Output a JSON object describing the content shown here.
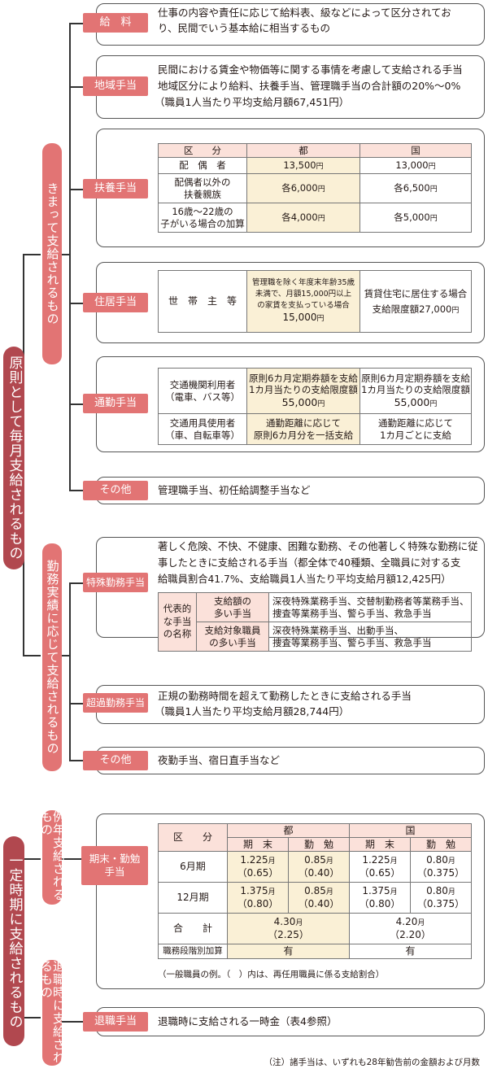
{
  "side": {
    "main1": "原則として毎月支給されるもの",
    "sub1": "きまって支給されるもの",
    "sub2": "勤務実績に応じて支給されるもの",
    "main2": "一定時期に支給されるもの",
    "sub3": "例年支給されるもの",
    "sub4": "退職時に支給されるもの"
  },
  "kyuryo": {
    "label": "給　料",
    "text": [
      "仕事の内容や責任に応じて給料表、級などによって区分されてお",
      "り、民間でいう基本給に相当するもの"
    ]
  },
  "chiiki": {
    "label": "地域手当",
    "text": [
      "民間における賃金や物価等に関する事情を考慮して支給される手当",
      "地域区分により給料、扶養手当、管理職手当の合計額の20%～0%",
      "（職員1人当たり平均支給月額67,451円）"
    ]
  },
  "fuyo": {
    "label": "扶養手当",
    "headers": [
      "区　　分",
      "都",
      "国"
    ],
    "rows": [
      {
        "name": "配　偶　者",
        "to": "13,500",
        "kuni": "13,000"
      },
      {
        "name1": "配偶者以外の",
        "name2": "扶養親族",
        "to": "各6,000",
        "kuni": "各6,500"
      },
      {
        "name1": "16歳～22歳の",
        "name2": "子がいる場合の加算",
        "to": "各4,000",
        "kuni": "各5,000"
      }
    ],
    "yen": "円"
  },
  "jukyo": {
    "label": "住居手当",
    "head": "世　帯　主　等",
    "to": [
      "管理職を除く年度末年齢35歳",
      "未満で、月額15,000円以上",
      "の家賃を支払っている場合"
    ],
    "to_amt": "15,000",
    "kuni": [
      "賃貸住宅に居住する場合",
      "支給限度額27,000"
    ],
    "yen": "円"
  },
  "tsukin": {
    "label": "通勤手当",
    "r1": {
      "h1": "交通機関利用者",
      "h2": "（電車、バス等）",
      "to": [
        "原則6カ月定期券額を支給",
        "1カ月当たりの支給限度額"
      ],
      "to_amt": "55,000",
      "kuni": [
        "原則6カ月定期券額を支給",
        "1カ月当たりの支給限度額"
      ],
      "kuni_amt": "55,000"
    },
    "r2": {
      "h1": "交通用具使用者",
      "h2": "（車、自転車等）",
      "to": [
        "通勤距離に応じて",
        "原則6カ月分を一括支給"
      ],
      "kuni": [
        "通勤距離に応じて",
        "1カ月ごとに支給"
      ]
    },
    "yen": "円"
  },
  "sonota1": {
    "label": "その他",
    "text": "管理職手当、初任給調整手当など"
  },
  "tokushu": {
    "label": "特殊勤務手当",
    "text": [
      "著しく危険、不快、不健康、困難な勤務、その他著しく特殊な勤務に従",
      "事したときに支給される手当（都全体で40種類、全職員に対する支",
      "給職員割合41.7%、支給職員1人当たり平均支給月額12,425円）"
    ],
    "rep": [
      "代表的",
      "な手当",
      "の名称"
    ],
    "r1h": [
      "支給額の",
      "多い手当"
    ],
    "r1": [
      "深夜特殊業務手当、交替制勤務者等業務手当、",
      "捜査等業務手当、警ら手当、救急手当"
    ],
    "r2h": [
      "支給対象職員",
      "の多い手当"
    ],
    "r2": [
      "深夜特殊業務手当、出動手当、",
      "捜査等業務手当、警ら手当、救急手当"
    ]
  },
  "choka": {
    "label": "超過勤務手当",
    "text": [
      "正規の勤務時間を超えて勤務したときに支給される手当",
      "（職員1人当たり平均支給月額28,744円）"
    ]
  },
  "sonota2": {
    "label": "その他",
    "text": "夜勤手当、宿日直手当など"
  },
  "kimatsu": {
    "label1": "期末・勤勉",
    "label2": "手当",
    "h_kubun": "区　　分",
    "h_to": "都",
    "h_kuni": "国",
    "h_kimatsu": "期　末",
    "h_kinben": "勤　勉",
    "rows": [
      {
        "name": "6月期",
        "v": [
          [
            "1.225",
            "（0.65）"
          ],
          [
            "0.85",
            "（0.40）"
          ],
          [
            "1.225",
            "（0.65）"
          ],
          [
            "0.80",
            "（0.375）"
          ]
        ]
      },
      {
        "name": "12月期",
        "v": [
          [
            "1.375",
            "（0.80）"
          ],
          [
            "0.85",
            "（0.40）"
          ],
          [
            "1.375",
            "（0.80）"
          ],
          [
            "0.80",
            "（0.375）"
          ]
        ]
      }
    ],
    "total": {
      "name": "合　　計",
      "to": [
        "4.30",
        "（2.25）"
      ],
      "kuni": [
        "4.20",
        "（2.20）"
      ]
    },
    "shokumu": {
      "name": "職務段階別加算",
      "to": "有",
      "kuni": "有"
    },
    "unit": "月",
    "note": "（一般職員の例。（　）内は、再任用職員に係る支給割合）"
  },
  "taishoku": {
    "label": "退職手当",
    "text": "退職時に支給される一時金（表4参照）"
  },
  "footnote": "（注）諸手当は、いずれも28年勧告前の金額および月数",
  "colors": {
    "main": "#b1484f",
    "sub": "#e27474",
    "header": "#fbe1da",
    "to": "#faf0d6"
  }
}
